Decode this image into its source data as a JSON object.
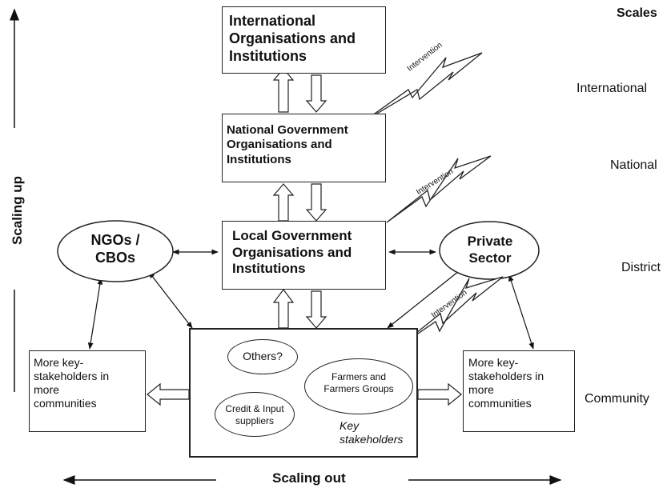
{
  "nodes": {
    "international": "International\nOrganisations and\nInstitutions",
    "national": "National Government\nOrganisations and\nInstitutions",
    "local": "Local Government\nOrganisations and\nInstitutions",
    "ngos": "NGOs /\nCBOs",
    "private": "Private\nSector",
    "more_left": "More key-\nstakeholders in\nmore\ncommunities",
    "more_right": "More key-\nstakeholders in\nmore\ncommunities",
    "others": "Others?",
    "farmers": "Farmers and\nFarmers Groups",
    "credit": "Credit & Input\nsuppliers",
    "key_stakeholders": "Key\nstakeholders"
  },
  "interventions": [
    "Intervention",
    "Intervention",
    "Intervention"
  ],
  "scales": {
    "heading": "Scales",
    "levels": [
      "International",
      "National",
      "District",
      "Community"
    ]
  },
  "axes": {
    "vertical": "Scaling up",
    "horizontal": "Scaling out"
  }
}
